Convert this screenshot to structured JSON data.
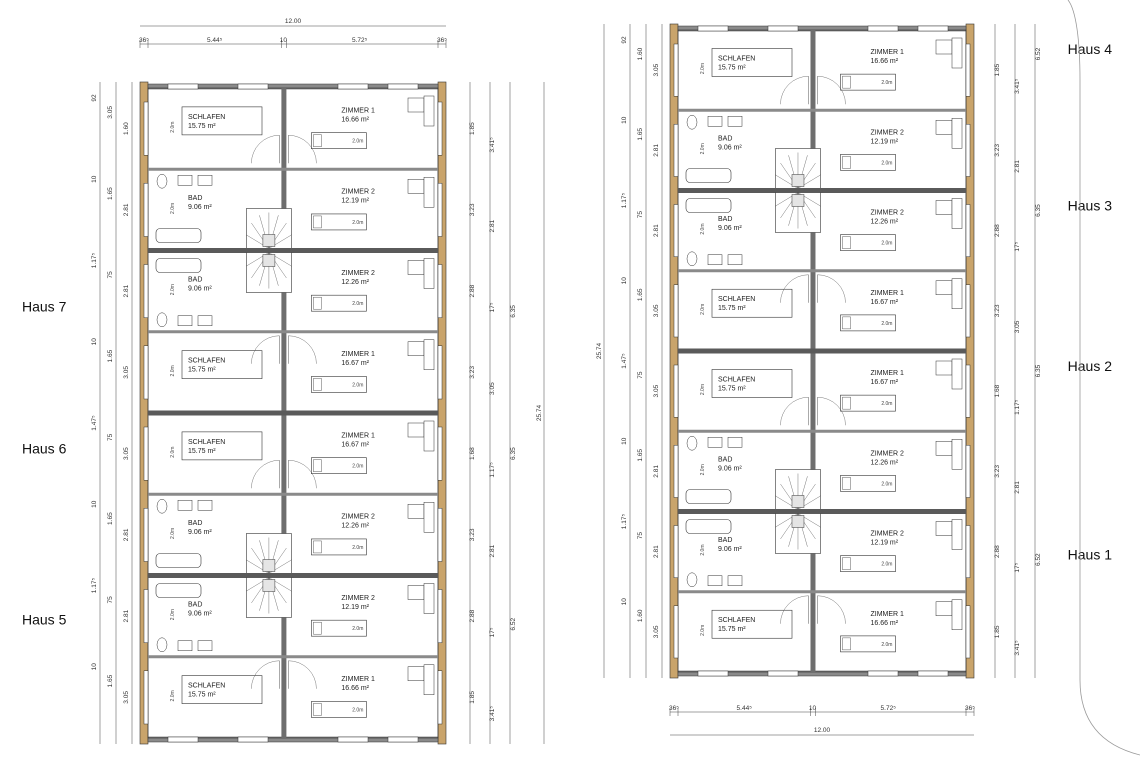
{
  "buildings": [
    {
      "id": "left",
      "width_label": "12.00",
      "top_dims": [
        "36⁵",
        "5.44⁵",
        "10",
        "5.72⁵",
        "36⁵"
      ],
      "total_height": "25.74",
      "haus": [
        {
          "name": "Haus 7",
          "stack": "6.35"
        },
        {
          "name": "Haus 6",
          "stack": "6.35"
        },
        {
          "name": "Haus 5",
          "stack": "6.52"
        }
      ],
      "units": [
        {
          "type": "schlafen",
          "flip": false,
          "label_a": "SCHLAFEN",
          "area_a": "15.75 m²",
          "label_b": "ZIMMER 1",
          "area_b": "16.66 m²",
          "dims": [
            "92",
            "3.05",
            "1.60",
            "1.85",
            "3.41⁵"
          ]
        },
        {
          "type": "bad",
          "flip": false,
          "label_a": "BAD",
          "area_a": "9.06 m²",
          "label_b": "ZIMMER 2",
          "area_b": "12.19 m²",
          "dims": [
            "10",
            "1.65",
            "2.81",
            "3.23",
            "2.81"
          ]
        },
        {
          "type": "bad",
          "flip": true,
          "label_a": "BAD",
          "area_a": "9.06 m²",
          "label_b": "ZIMMER 2",
          "area_b": "12.26 m²",
          "dims": [
            "1.17⁵",
            "75",
            "2.81",
            "2.88",
            "17⁵"
          ]
        },
        {
          "type": "schlafen",
          "flip": true,
          "label_a": "SCHLAFEN",
          "area_a": "15.75 m²",
          "label_b": "ZIMMER 1",
          "area_b": "16.67 m²",
          "dims": [
            "10",
            "1.65",
            "3.05",
            "3.23",
            "3.05"
          ]
        },
        {
          "type": "schlafen",
          "flip": false,
          "label_a": "SCHLAFEN",
          "area_a": "15.75 m²",
          "label_b": "ZIMMER 1",
          "area_b": "16.67 m²",
          "dims": [
            "1.47⁵",
            "75",
            "3.05",
            "1.68",
            "1.17⁵"
          ]
        },
        {
          "type": "bad",
          "flip": false,
          "label_a": "BAD",
          "area_a": "9.06 m²",
          "label_b": "ZIMMER 2",
          "area_b": "12.26 m²",
          "dims": [
            "10",
            "1.65",
            "2.81",
            "3.23",
            "2.81"
          ]
        },
        {
          "type": "bad",
          "flip": true,
          "label_a": "BAD",
          "area_a": "9.06 m²",
          "label_b": "ZIMMER 2",
          "area_b": "12.19 m²",
          "dims": [
            "1.17⁵",
            "75",
            "2.81",
            "2.88",
            "17⁵"
          ]
        },
        {
          "type": "schlafen",
          "flip": true,
          "label_a": "SCHLAFEN",
          "area_a": "15.75 m²",
          "label_b": "ZIMMER 1",
          "area_b": "16.66 m²",
          "dims": [
            "10",
            "1.65",
            "3.05",
            "1.85",
            "3.41⁵"
          ]
        }
      ]
    },
    {
      "id": "right",
      "width_label": "12.00",
      "top_dims": [
        "36⁵",
        "5.44⁵",
        "10",
        "5.72⁵",
        "36⁵"
      ],
      "total_height": "25.74",
      "haus": [
        {
          "name": "Haus 4",
          "stack": "6.52"
        },
        {
          "name": "Haus 3",
          "stack": "6.35"
        },
        {
          "name": "Haus 2",
          "stack": "6.35"
        },
        {
          "name": "Haus 1",
          "stack": "6.52"
        }
      ],
      "units": [
        {
          "type": "schlafen",
          "flip": false,
          "label_a": "SCHLAFEN",
          "area_a": "15.75 m²",
          "label_b": "ZIMMER 1",
          "area_b": "16.66 m²",
          "dims": [
            "92",
            "1.60",
            "3.05",
            "1.85",
            "3.41⁵"
          ]
        },
        {
          "type": "bad",
          "flip": false,
          "label_a": "BAD",
          "area_a": "9.06 m²",
          "label_b": "ZIMMER 2",
          "area_b": "12.19 m²",
          "dims": [
            "10",
            "1.65",
            "2.81",
            "3.23",
            "2.81"
          ]
        },
        {
          "type": "bad",
          "flip": true,
          "label_a": "BAD",
          "area_a": "9.06 m²",
          "label_b": "ZIMMER 2",
          "area_b": "12.26 m²",
          "dims": [
            "1.17⁵",
            "75",
            "2.81",
            "2.88",
            "17⁵"
          ]
        },
        {
          "type": "schlafen",
          "flip": true,
          "label_a": "SCHLAFEN",
          "area_a": "15.75 m²",
          "label_b": "ZIMMER 1",
          "area_b": "16.67 m²",
          "dims": [
            "10",
            "1.65",
            "3.05",
            "3.23",
            "3.05"
          ]
        },
        {
          "type": "schlafen",
          "flip": false,
          "label_a": "SCHLAFEN",
          "area_a": "15.75 m²",
          "label_b": "ZIMMER 1",
          "area_b": "16.67 m²",
          "dims": [
            "1.47⁵",
            "75",
            "3.05",
            "1.68",
            "1.17⁵"
          ]
        },
        {
          "type": "bad",
          "flip": false,
          "label_a": "BAD",
          "area_a": "9.06 m²",
          "label_b": "ZIMMER 2",
          "area_b": "12.26 m²",
          "dims": [
            "10",
            "1.65",
            "2.81",
            "3.23",
            "2.81"
          ]
        },
        {
          "type": "bad",
          "flip": true,
          "label_a": "BAD",
          "area_a": "9.06 m²",
          "label_b": "ZIMMER 2",
          "area_b": "12.19 m²",
          "dims": [
            "1.17⁵",
            "75",
            "2.81",
            "2.88",
            "17⁵"
          ]
        },
        {
          "type": "schlafen",
          "flip": true,
          "label_a": "SCHLAFEN",
          "area_a": "15.75 m²",
          "label_b": "ZIMMER 1",
          "area_b": "16.66 m²",
          "dims": [
            "10",
            "1.60",
            "3.05",
            "1.85",
            "3.41⁵"
          ]
        }
      ]
    }
  ],
  "bed_label": "2.0m",
  "colors": {
    "wall": "#8a8a8a",
    "insulation": "#c9a46b",
    "line": "#333333",
    "fill": "#ffffff"
  }
}
